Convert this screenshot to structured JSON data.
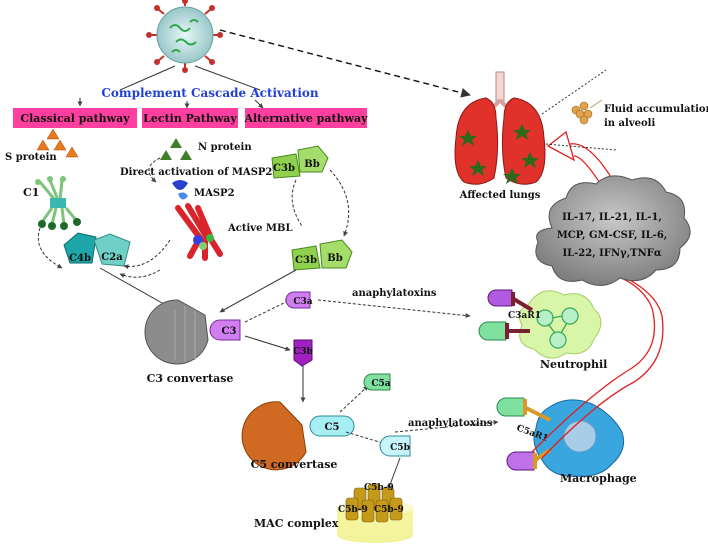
{
  "title": "Complement Cascade Activation",
  "pathways": {
    "classical": "Classical pathway",
    "lectin": "Lectin Pathway",
    "alternative": "Alternative pathway"
  },
  "labels": {
    "s_protein": "S protein",
    "n_protein": "N protein",
    "direct_activation": "Direct activation of MASP2",
    "masp2": "MASP2",
    "active_mbl": "Active MBL",
    "c1": "C1",
    "c4b": "C4b",
    "c2a": "C2a",
    "c3b": "C3b",
    "bb": "Bb",
    "c3": "C3",
    "c3a": "C3a",
    "c3b_small": "C3b",
    "c3_convertase": "C3 convertase",
    "c5": "C5",
    "c5a": "C5a",
    "c5b": "C5b",
    "c5_convertase": "C5 convertase",
    "c5b9": "C5b-9",
    "mac_complex": "MAC complex",
    "anaphylatoxins": "anaphylatoxins",
    "c3ar1": "C3aR1",
    "c5ar1": "C5aR1",
    "neutrophil": "Neutrophil",
    "macrophage": "Macrophage",
    "affected_lungs": "Affected lungs",
    "fluid_line1": "Fluid accumulation",
    "fluid_line2": "in alveoli"
  },
  "cytokines": {
    "line1": "IL-17, IL-21, IL-1,",
    "line2": "MCP, GM-CSF, IL-6,",
    "line3": "IL-22, IFNγ,TNFα"
  },
  "colors": {
    "title_blue": "#1f3fd6",
    "pathway_pink": "#ff3f9f",
    "green_block": "#8fd14f",
    "purple_block": "#b03fe0",
    "cyan_block": "#a8eef5",
    "orange_pac": "#d06a22",
    "gray_pac": "#8c8c8c",
    "teal_c4b": "#1ea5a8",
    "triangle_orange": "#e87a1e",
    "triangle_green": "#3f7f2a",
    "cloud_gray": "#9a9a9a",
    "lung_red": "#e0312a",
    "macrophage_blue": "#3aa6e0"
  }
}
